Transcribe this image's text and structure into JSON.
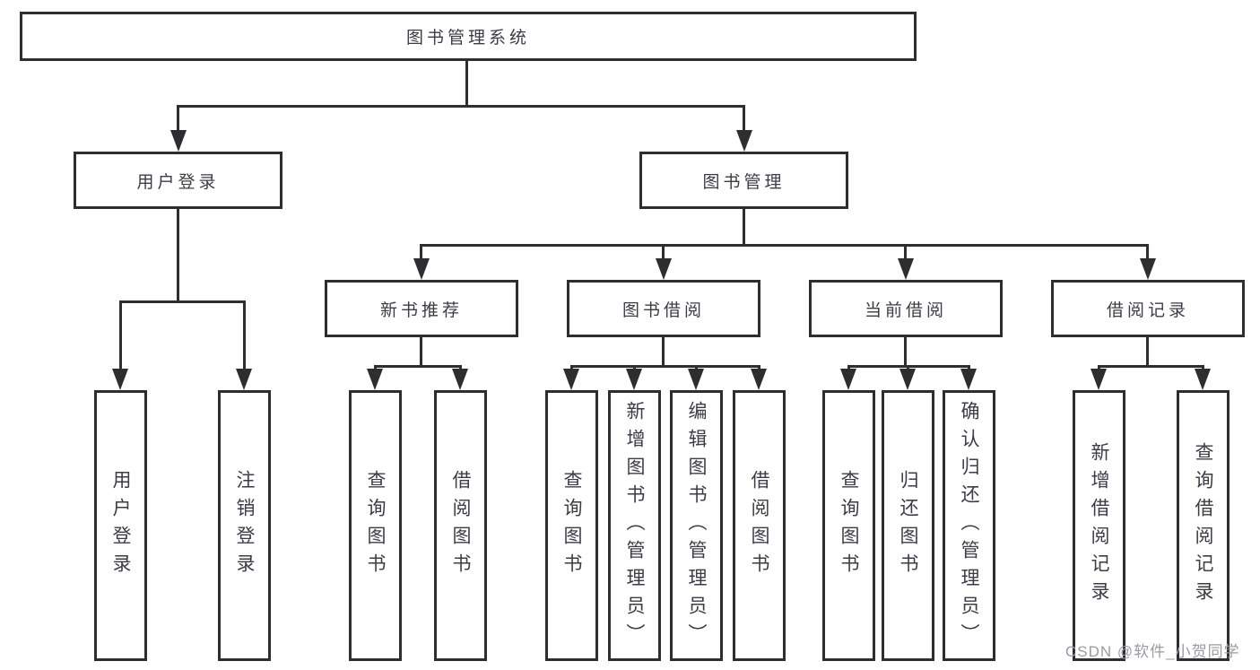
{
  "tree": {
    "root": "图书管理系统",
    "level2": [
      "用户登录",
      "图书管理"
    ],
    "level3": [
      "新书推荐",
      "图书借阅",
      "当前借阅",
      "借阅记录"
    ],
    "leaves": {
      "user_login": [
        "用户登录",
        "注销登录"
      ],
      "new_book_recommend": [
        "查询图书",
        "借阅图书"
      ],
      "book_borrow": [
        "查询图书",
        "新增图书（管理员）",
        "编辑图书（管理员）",
        "借阅图书"
      ],
      "current_borrow": [
        "查询图书",
        "归还图书",
        "确认归还（管理员）"
      ],
      "borrow_records": [
        "新增借阅记录",
        "查询借阅记录"
      ]
    }
  },
  "watermark": {
    "text": "CSDN @软件_小贺同学"
  },
  "colors": {
    "line": "#2e2e31",
    "node_text": "#3c3c46",
    "node_fill": "#ffffff",
    "watermark_text": "#9b9ba3",
    "background": "#ffffff"
  }
}
